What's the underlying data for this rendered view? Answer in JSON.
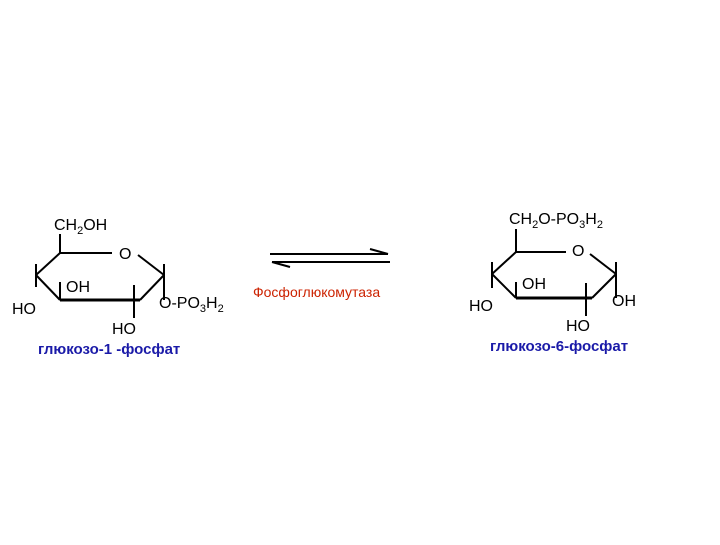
{
  "reaction": {
    "enzyme": "Фосфоглюкомутаза",
    "enzyme_color": "#cc2200",
    "arrow": "reversible-equilibrium"
  },
  "left": {
    "name": "глюкозо-1 -фосфат",
    "name_color": "#1a1aa8",
    "ch2oh": "CH",
    "ch2oh_sub": "2",
    "ch2oh_tail": "OH",
    "ring_o": "O",
    "oh": "OH",
    "ho_left": "HO",
    "ho_bottom": "HO",
    "phos_a": "O-PO",
    "phos_sub1": "3",
    "phos_b": "H",
    "phos_sub2": "2"
  },
  "right": {
    "name": "глюкозо-6-фосфат",
    "name_color": "#1a1aa8",
    "top_a": "CH",
    "top_sub1": "2",
    "top_b": "O-PO",
    "top_sub2": "3",
    "top_c": "H",
    "top_sub3": "2",
    "ring_o": "O",
    "oh": "OH",
    "ho_left": "HO",
    "ho_bottom": "HO",
    "oh_right": "OH"
  }
}
